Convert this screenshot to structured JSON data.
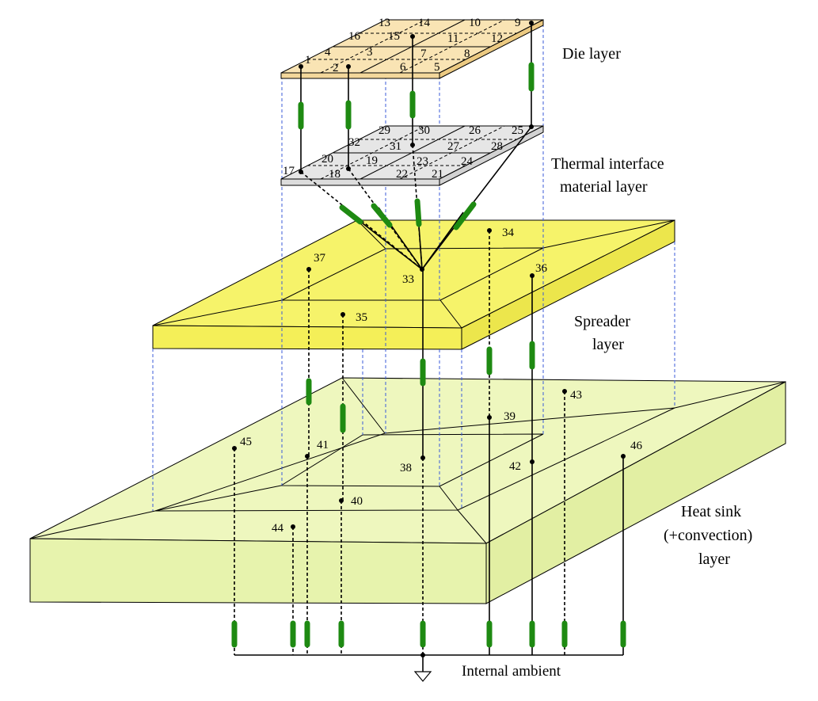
{
  "labels": {
    "die": "Die layer",
    "tim_line1": "Thermal interface",
    "tim_line2": "material layer",
    "spreader_line1": "Spreader",
    "spreader_line2": "layer",
    "sink_line1": "Heat sink",
    "sink_line2": "(+convection)",
    "sink_line3": "layer",
    "ambient": "Internal ambient"
  },
  "nodes": {
    "n1": "1",
    "n2": "2",
    "n3": "3",
    "n4": "4",
    "n5": "5",
    "n6": "6",
    "n7": "7",
    "n8": "8",
    "n9": "9",
    "n10": "10",
    "n11": "11",
    "n12": "12",
    "n13": "13",
    "n14": "14",
    "n15": "15",
    "n16": "16",
    "n17": "17",
    "n18": "18",
    "n19": "19",
    "n20": "20",
    "n21": "21",
    "n22": "22",
    "n23": "23",
    "n24": "24",
    "n25": "25",
    "n26": "26",
    "n27": "27",
    "n28": "28",
    "n29": "29",
    "n30": "30",
    "n31": "31",
    "n32": "32",
    "n33": "33",
    "n34": "34",
    "n35": "35",
    "n36": "36",
    "n37": "37",
    "n38": "38",
    "n39": "39",
    "n40": "40",
    "n41": "41",
    "n42": "42",
    "n43": "43",
    "n44": "44",
    "n45": "45",
    "n46": "46"
  },
  "colors": {
    "die_fill": "#f9e4b4",
    "tim_fill": "#e6e6e6",
    "spreader_fill": "#f6f36a",
    "spreader_side": "#f4ef58",
    "sink_fill": "#eef7be",
    "sink_side": "#e7f3ad",
    "resistor": "#1e8a12",
    "guide": "#3b5bd9"
  }
}
